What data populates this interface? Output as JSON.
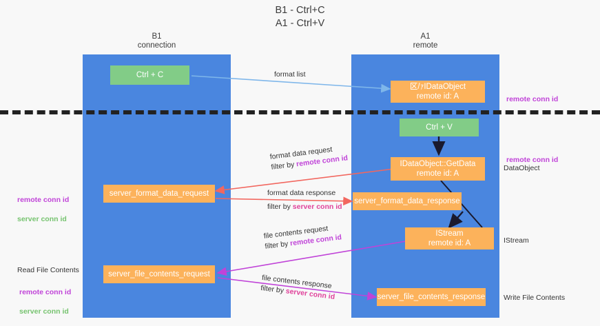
{
  "title": "B1 - Ctrl+C\nA1 - Ctrl+V",
  "lanes": [
    {
      "name": "B1",
      "sub": "connection"
    },
    {
      "name": "A1",
      "sub": "remote"
    }
  ],
  "boxes": {
    "ctrl_c": "Ctrl + C",
    "ctrl_v": "Ctrl + V",
    "idataobject_remote": "区/ｧIDataObject\nremote id: A",
    "idataobject_getdata": "IDataObject::GetData\nremote id: A",
    "server_format_data_request": "server_format_data_request",
    "server_format_data_response": "server_format_data_response",
    "istream": "IStream\nremote id: A",
    "server_file_contents_request": "server_file_contents_request",
    "server_file_contents_response": "server_file_contents_response"
  },
  "edges": {
    "format_list": "format list",
    "format_data_request": "format data request",
    "format_data_request_filter_pre": "filter by ",
    "format_data_request_filter_key": "remote conn id",
    "format_data_response": "format data response",
    "format_data_response_filter_pre": "filter by ",
    "format_data_response_filter_key": "server conn id",
    "file_contents_request": "file contents request",
    "file_contents_request_filter_pre": "filter by ",
    "file_contents_request_filter_key": "remote conn id",
    "file_contents_response": "file contents response",
    "file_contents_response_filter_pre": "filter by ",
    "file_contents_response_filter_key": "server conn id"
  },
  "notes": {
    "right_remote_conn_id_top": "remote conn id",
    "right_remote_conn_id_mid": "remote conn id",
    "right_dataobject": "DataObject",
    "right_istream": "IStream",
    "right_write_file_contents": "Write File Contents",
    "left_remote_conn_id": "remote conn id",
    "left_server_conn_id": "server conn id",
    "left_read_file_contents": "Read File Contents",
    "left_remote_conn_id_2": "remote conn id",
    "left_server_conn_id_2": "server conn id"
  },
  "colors": {
    "lane": "#4a86df",
    "green_box": "#82cc87",
    "orange_box": "#fcb25b",
    "arrow_blue": "#7eb6ea",
    "arrow_red": "#f2675f",
    "arrow_purple": "#c043d8",
    "arrow_black": "#1a1a2e",
    "highlight_purple": "#c043d8",
    "highlight_green": "#76c36f",
    "highlight_pink": "#e0439b",
    "background": "#f8f8f8"
  }
}
